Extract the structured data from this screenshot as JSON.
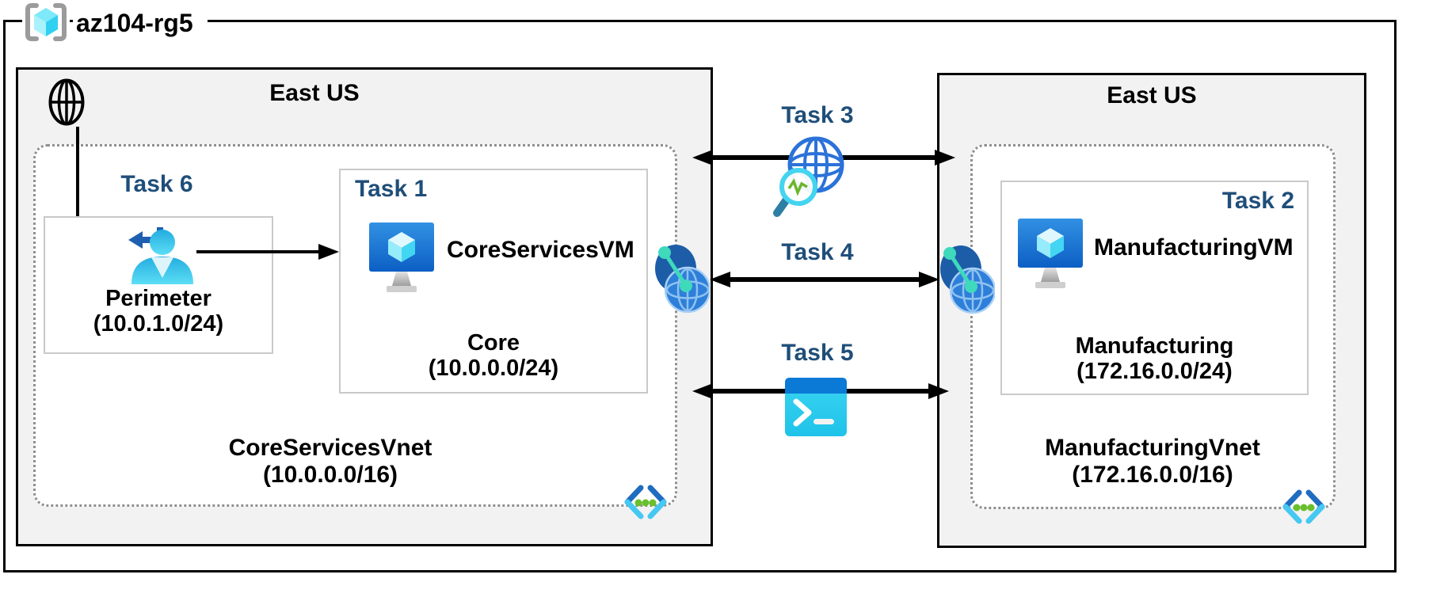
{
  "resource_group": {
    "name": "az104-rg5"
  },
  "left_region": {
    "title": "East US",
    "vnet_name": "CoreServicesVnet",
    "vnet_cidr": "(10.0.0.0/16)",
    "task6_label": "Task 6",
    "perimeter_subnet_name": "Perimeter",
    "perimeter_subnet_cidr": "(10.0.1.0/24)",
    "task1_label": "Task 1",
    "vm_name": "CoreServicesVM",
    "subnet_name": "Core",
    "subnet_cidr": "(10.0.0.0/24)"
  },
  "right_region": {
    "title": "East US",
    "vnet_name": "ManufacturingVnet",
    "vnet_cidr": "(172.16.0.0/16)",
    "task2_label": "Task 2",
    "vm_name": "ManufacturingVM",
    "subnet_name": "Manufacturing",
    "subnet_cidr": "(172.16.0.0/24)"
  },
  "connections": {
    "task3_label": "Task 3",
    "task4_label": "Task 4",
    "task5_label": "Task 5"
  },
  "icons": {
    "resource_group": "azure-resource-group-brackets-cube",
    "internet": "black-outline-globe",
    "user_signin": "cyan-user-with-return-arrow",
    "virtual_machine": "azure-vm-monitor-with-cube",
    "network_watcher": "blue-grid-globe-with-magnifier",
    "vnet_peering": "two-globes-with-teal-link",
    "cloud_shell": "terminal-window",
    "virtual_network": "angle-brackets-with-green-dots"
  },
  "colors": {
    "task_label_blue": "#1f4e79",
    "region_background": "#f2f2f2",
    "diagram_border": "#000000",
    "subnet_box_border": "#c9c9c9",
    "vnet_dotted_border": "#8f8f8f",
    "azure_blue": "#0078d4",
    "cube_cyan": "#50e6ff",
    "peering_teal": "#3fd9bc",
    "vnet_dot_green": "#69bf2c"
  }
}
